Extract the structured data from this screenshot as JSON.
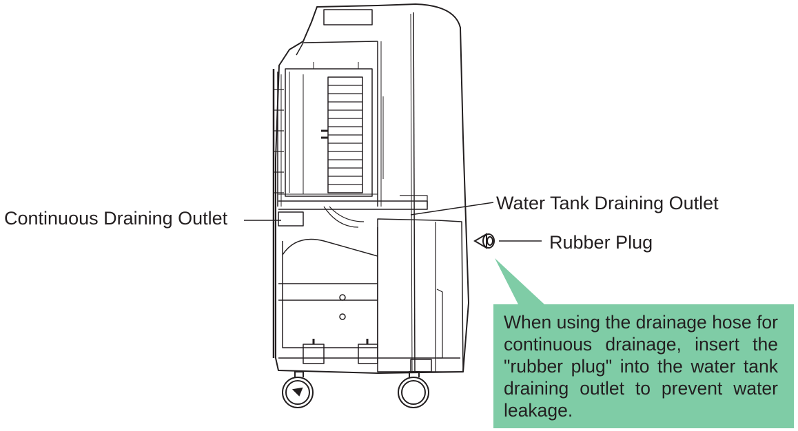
{
  "labels": {
    "continuous_outlet": "Continuous Draining Outlet",
    "water_tank_outlet": "Water Tank Draining Outlet",
    "rubber_plug": "Rubber Plug"
  },
  "callout": {
    "text": "When using the drainage hose for continuous drainage, insert the \"rubber plug\" into the water tank draining outlet to prevent water leakage."
  },
  "colors": {
    "callout_fill": "#7fcca6",
    "line": "#231f20"
  }
}
